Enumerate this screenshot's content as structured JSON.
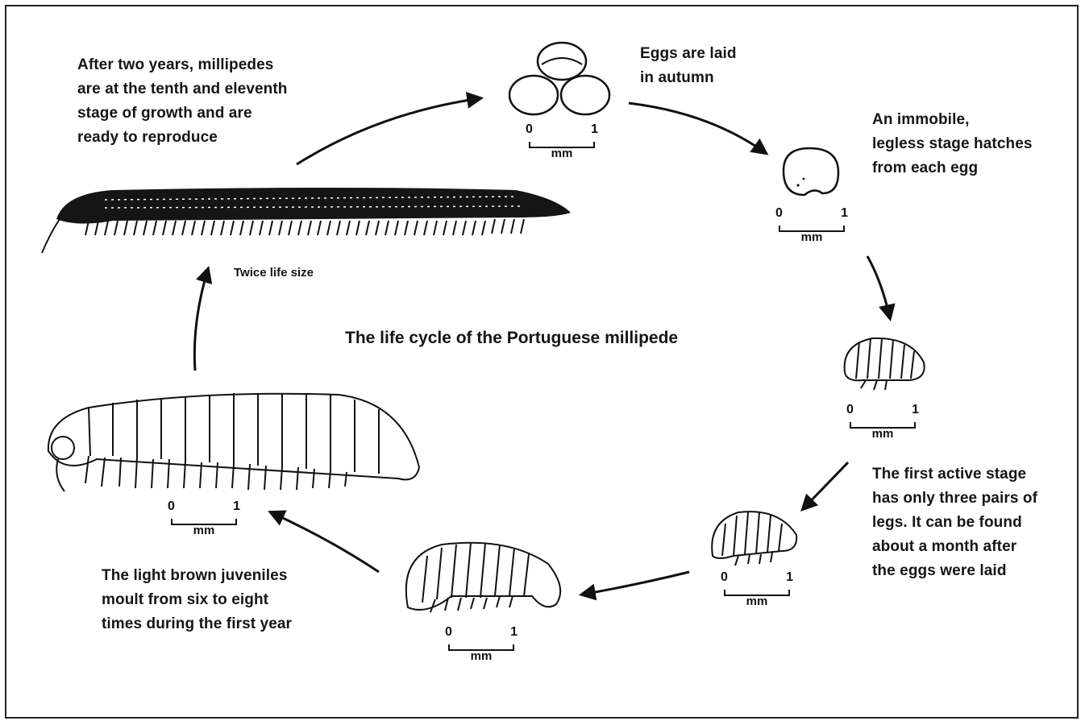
{
  "diagram": {
    "title": "The life cycle of the Portuguese millipede",
    "captions": {
      "adult": "After two years, millipedes\nare at the tenth and eleventh\nstage of growth and are\nready to reproduce",
      "eggs": "Eggs are laid\nin autumn",
      "immobile": "An immobile,\nlegless stage hatches\nfrom each egg",
      "first_active": "The first active stage\nhas only three pairs of\nlegs. It can be found\nabout a month after\nthe eggs were laid",
      "juveniles": "The light brown juveniles\nmoult from six to eight\ntimes during the first year"
    },
    "size_note": "Twice life size",
    "scale": {
      "zero": "0",
      "one": "1",
      "unit": "mm"
    }
  }
}
